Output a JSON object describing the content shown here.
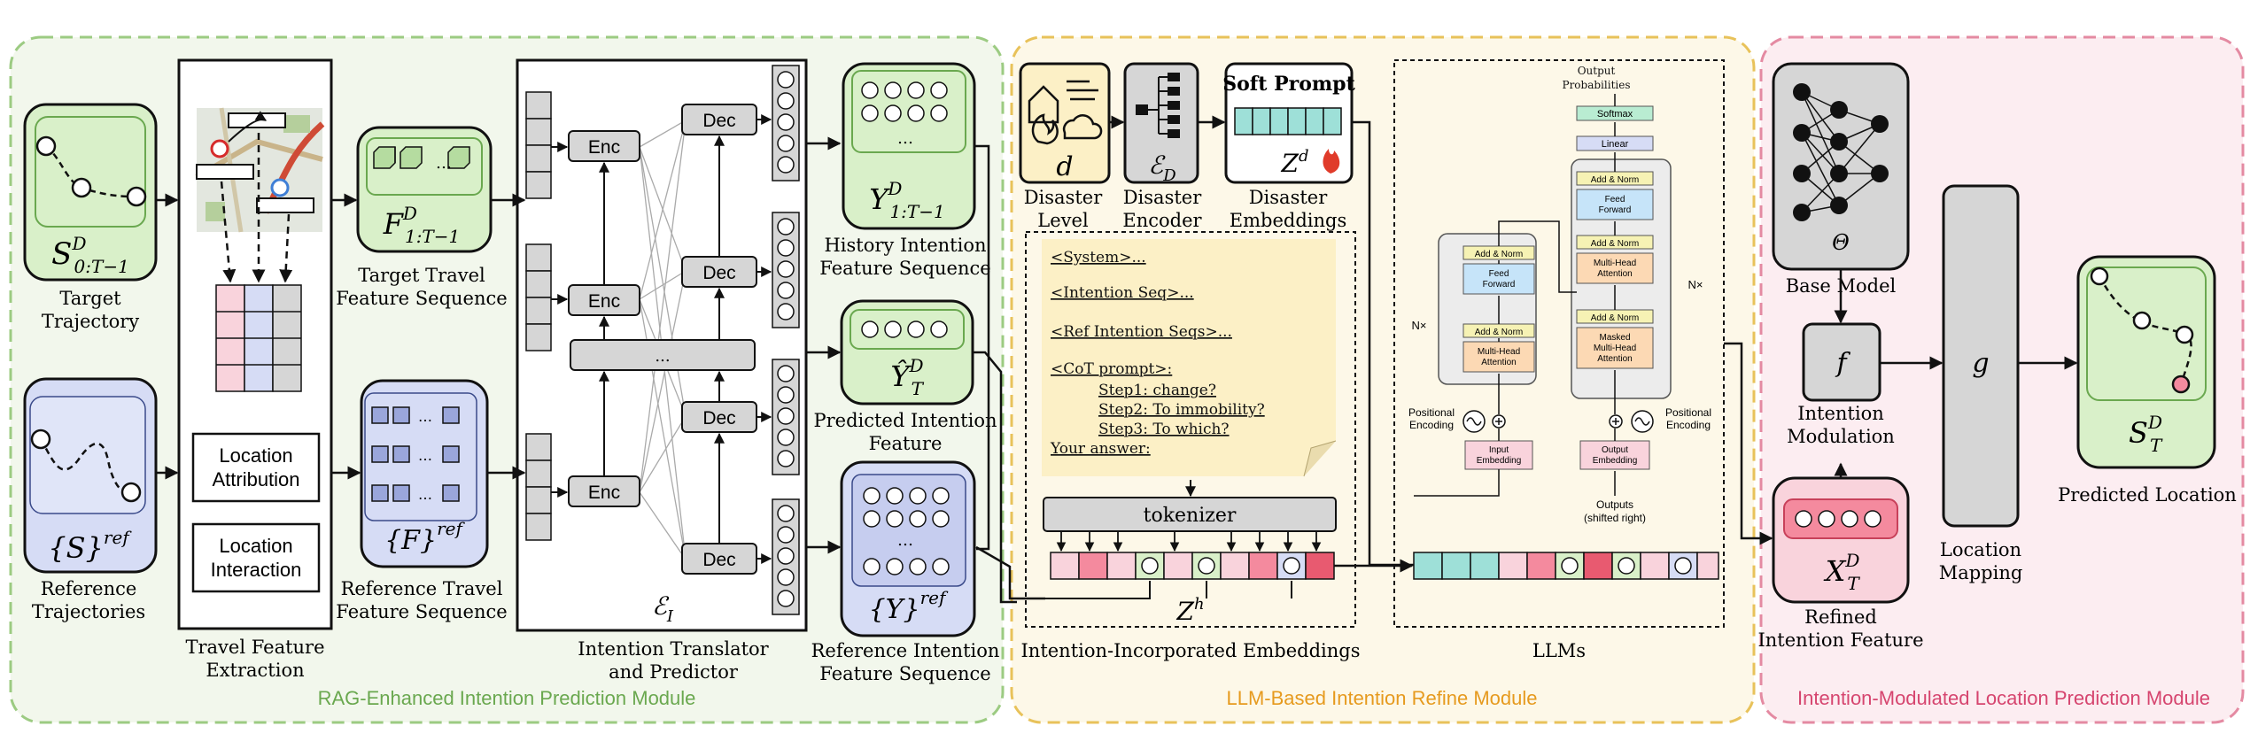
{
  "modules": {
    "rag": "RAG-Enhanced Intention Prediction Module",
    "llm": "LLM-Based Intention Refine Module",
    "loc": "Intention-Modulated Location Prediction Module"
  },
  "rag": {
    "target_symbol": "S",
    "target_sub": "0:T−1",
    "target_sup": "D",
    "target_label_1": "Target",
    "target_label_2": "Trajectory",
    "ref_symbol": "{S}",
    "ref_sup": "ref",
    "ref_label_1": "Reference",
    "ref_label_2": "Trajectories",
    "loc_attr_1": "Location",
    "loc_attr_2": "Attribution",
    "loc_inter_1": "Location",
    "loc_inter_2": "Interaction",
    "tfe_1": "Travel Feature",
    "tfe_2": "Extraction",
    "F_symbol": "F",
    "F_sub": "1:T−1",
    "F_sup": "D",
    "F_label_1": "Target Travel",
    "F_label_2": "Feature Sequence",
    "Fref_symbol": "{F}",
    "Fref_sup": "ref",
    "Fref_label_1": "Reference Travel",
    "Fref_label_2": "Feature Sequence",
    "enc": "Enc",
    "dec": "Dec",
    "ellipsis": "...",
    "EI_symbol": "ℰ",
    "EI_sub": "I",
    "translator_1": "Intention Translator",
    "translator_2": "and Predictor",
    "Yhist_symbol": "Y",
    "Yhist_sub": "1:T−1",
    "Yhist_sup": "D",
    "Yhist_label_1": "History Intention",
    "Yhist_label_2": "Feature Sequence",
    "Ypred_symbol": "Ŷ",
    "Ypred_sub": "T",
    "Ypred_sup": "D",
    "Ypred_label_1": "Predicted Intention",
    "Ypred_label_2": "Feature",
    "Yref_symbol": "{Y}",
    "Yref_sup": "ref",
    "Yref_label_1": "Reference Intention",
    "Yref_label_2": "Feature Sequence"
  },
  "llm": {
    "d_symbol": "d",
    "disaster_level_1": "Disaster",
    "disaster_level_2": "Level",
    "ED_symbol": "ℰ",
    "ED_sub": "D",
    "encoder_1": "Disaster",
    "encoder_2": "Encoder",
    "soft_prompt": "Soft Prompt",
    "Zd_symbol": "Z",
    "Zd_sup": "d",
    "embed_1": "Disaster",
    "embed_2": "Embeddings",
    "prompt_lines": [
      "<System>...",
      "<Intention Seq>...",
      "<Ref Intention Seqs>...",
      "<CoT prompt>:",
      "Step1: change?",
      "Step2: To immobility?",
      "Step3: To which?",
      "Your answer:"
    ],
    "tokenizer": "tokenizer",
    "Zh_symbol": "Z",
    "Zh_sup": "h",
    "incorporated": "Intention-Incorporated Embeddings",
    "llms": "LLMs",
    "tf_output_prob_1": "Output",
    "tf_output_prob_2": "Probabilities",
    "tf_softmax": "Softmax",
    "tf_linear": "Linear",
    "tf_add_norm": "Add & Norm",
    "tf_ff_1": "Feed",
    "tf_ff_2": "Forward",
    "tf_mha_1": "Multi-Head",
    "tf_mha_2": "Attention",
    "tf_mmha_1": "Masked",
    "tf_mmha_2": "Multi-Head",
    "tf_mmha_3": "Attention",
    "tf_nx": "N×",
    "tf_pos_1": "Positional",
    "tf_pos_2": "Encoding",
    "tf_in_emb_1": "Input",
    "tf_in_emb_2": "Embedding",
    "tf_out_emb_1": "Output",
    "tf_out_emb_2": "Embedding",
    "tf_outputs_1": "Outputs",
    "tf_outputs_2": "(shifted right)"
  },
  "loc": {
    "theta": "Θ",
    "base_model": "Base Model",
    "f": "f",
    "modulation_1": "Intention",
    "modulation_2": "Modulation",
    "X_symbol": "X",
    "X_sub": "T",
    "X_sup": "D",
    "refined_1": "Refined",
    "refined_2": "Intention Feature",
    "g": "g",
    "mapping_1": "Location",
    "mapping_2": "Mapping",
    "S_symbol": "S",
    "S_sub": "T",
    "S_sup": "D",
    "predicted": "Predicted Location"
  },
  "colors": {
    "rag_bg": "#f2f7ec",
    "rag_border": "#9ccb82",
    "llm_bg": "#fdf8e8",
    "llm_border": "#e8c25a",
    "loc_bg": "#fcedf1",
    "loc_border": "#e48aa2",
    "green": "#d9f0c9",
    "blue": "#d6dcf5",
    "pink": "#f9d3dc",
    "gray": "#d6d6d6",
    "teal": "#9ee0d8",
    "note": "#fcf0c6"
  }
}
